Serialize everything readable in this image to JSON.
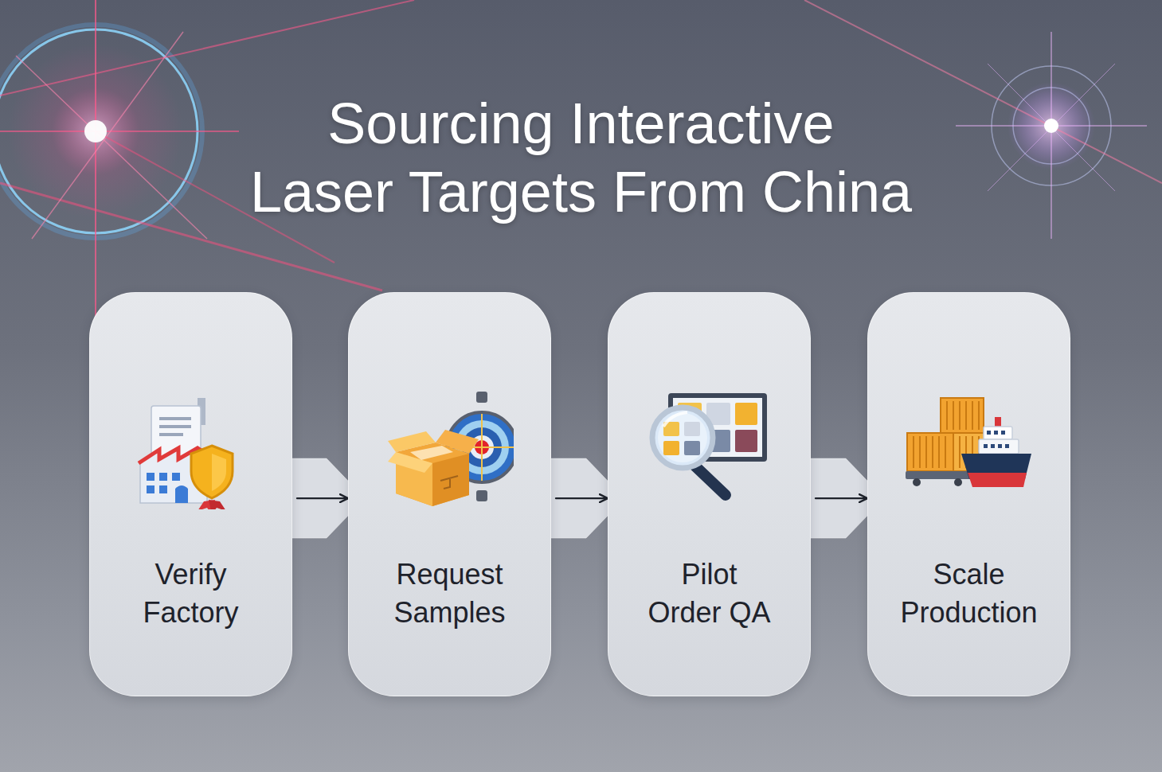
{
  "diagram": {
    "title": "Sourcing Interactive Laser Targets From China",
    "nodes": [
      {
        "text": [
          "Verify Factory"
        ]
      },
      {
        "text": [
          "Request Samples"
        ]
      },
      {
        "text": [
          "Pilot Order QA"
        ]
      },
      {
        "text": [
          "Scale Production"
        ]
      }
    ],
    "edges": [
      {
        "from": 0,
        "to": 1,
        "arrow": "to"
      },
      {
        "from": 1,
        "to": 2,
        "arrow": "to"
      },
      {
        "from": 2,
        "to": 3,
        "arrow": "to"
      }
    ]
  }
}
